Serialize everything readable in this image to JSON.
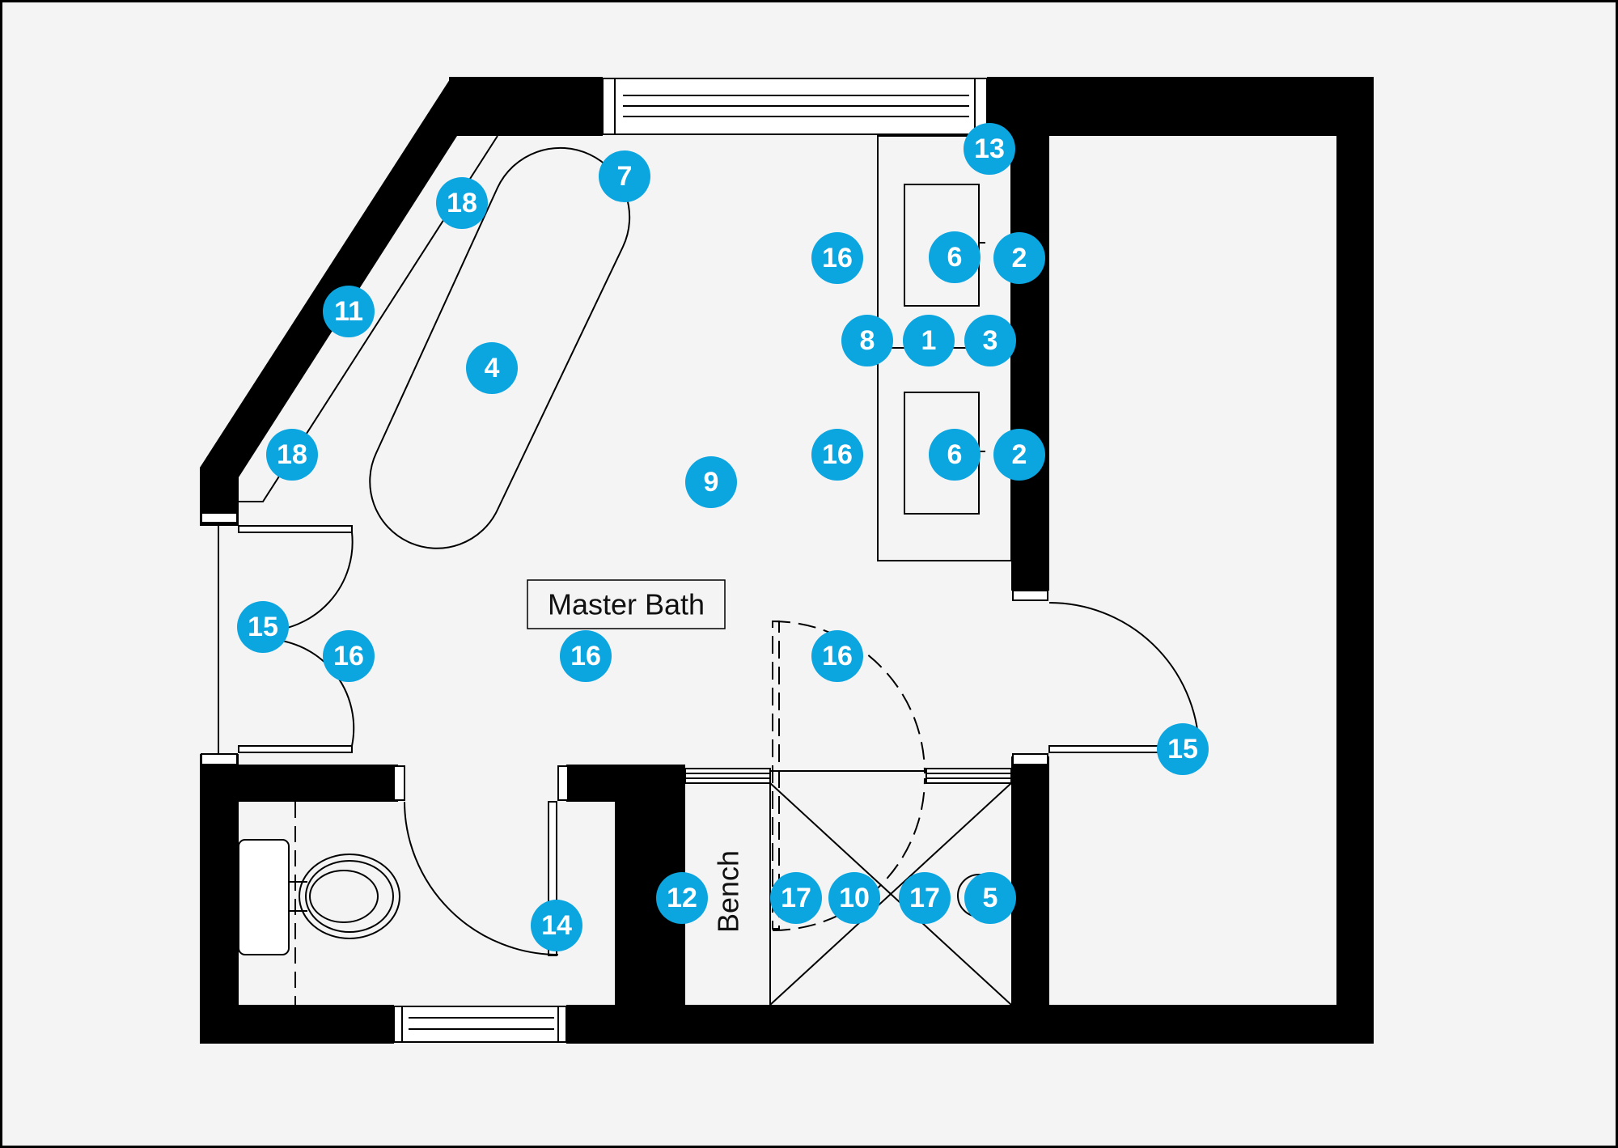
{
  "room_label": "Master Bath",
  "bench_label": "Bench",
  "marker_color": "#0ba5e0",
  "wall_color": "#000000",
  "background_color": "#f4f4f4",
  "markers": [
    "1",
    "2",
    "2",
    "3",
    "4",
    "5",
    "6",
    "6",
    "7",
    "8",
    "9",
    "10",
    "11",
    "12",
    "13",
    "14",
    "15",
    "15",
    "16",
    "16",
    "16",
    "16",
    "16",
    "16",
    "17",
    "17",
    "18",
    "18"
  ]
}
